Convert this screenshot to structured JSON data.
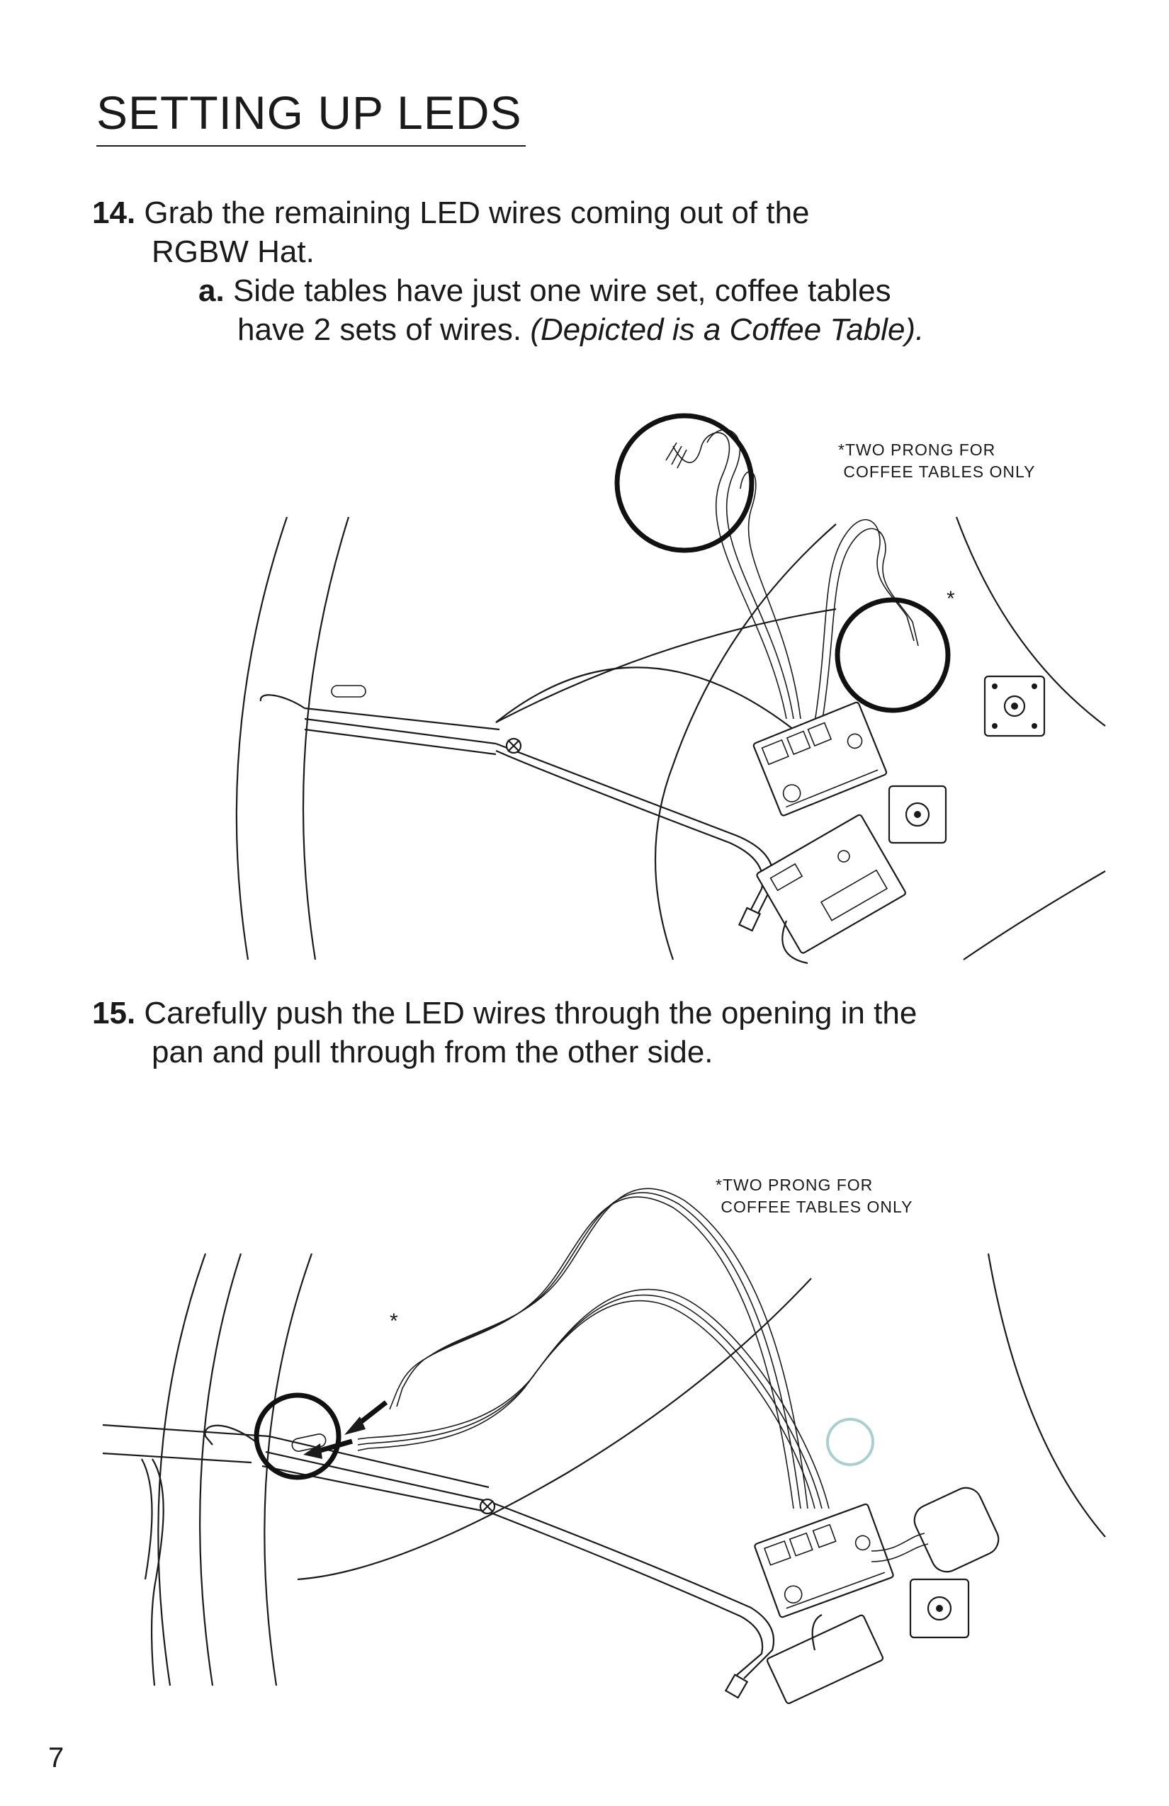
{
  "page": {
    "title": "SETTING UP LEDS",
    "page_number": "7"
  },
  "step14": {
    "number": "14.",
    "line1": "Grab the remaining LED wires coming out of the",
    "line2": "RGBW Hat.",
    "sub_letter": "a.",
    "sub_line1": "Side tables have just one wire set, coffee tables",
    "sub_line2": "have 2 sets of wires.",
    "sub_italic": "(Depicted is a Coffee Table).",
    "callout": "*TWO PRONG FOR\n COFFEE TABLES ONLY",
    "asterisk": "*"
  },
  "step15": {
    "number": "15.",
    "line1": "Carefully push the LED wires through the opening in the",
    "line2": "pan and pull through from the other side.",
    "callout": "*TWO PRONG FOR\n COFFEE TABLES ONLY",
    "asterisk": "*"
  },
  "colors": {
    "ink": "#1a1a1a",
    "highlight_ring": "#a9cfcf"
  }
}
